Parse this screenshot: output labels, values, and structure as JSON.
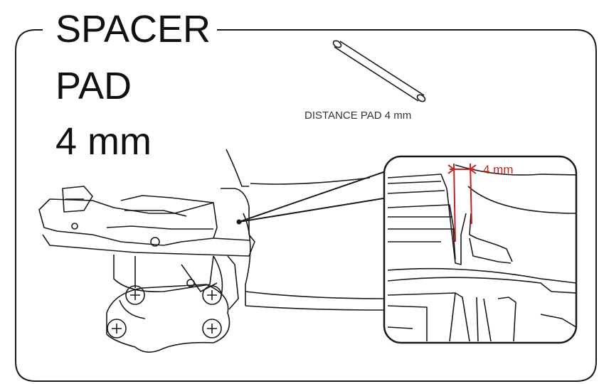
{
  "title": {
    "line1": "SPACER",
    "line2": "PAD",
    "line3": "4 mm"
  },
  "part_label": "DISTANCE PAD 4 mm",
  "detail": {
    "dimension_label": "4 mm",
    "dimension_color": "#cc1f1f"
  },
  "colors": {
    "line": "#1a1a1a",
    "background": "#ffffff"
  }
}
